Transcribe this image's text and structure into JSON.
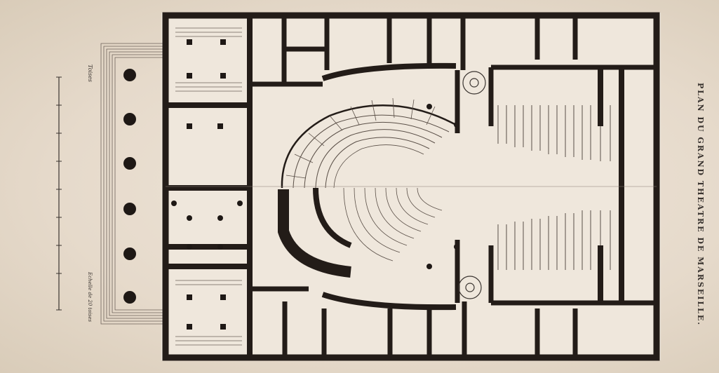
{
  "plate": {
    "title": "PLAN DU GRAND THEATRE DE MARSEILLE.",
    "scale_top": "Toises",
    "scale_bottom": "Echelle de 20 toises"
  },
  "colors": {
    "paper": "#e7dccd",
    "wall": "#231c18",
    "line": "#5a4f47",
    "floor": "#f1e9de"
  },
  "icons": {
    "column": "filled-circle",
    "pier": "filled-square"
  }
}
